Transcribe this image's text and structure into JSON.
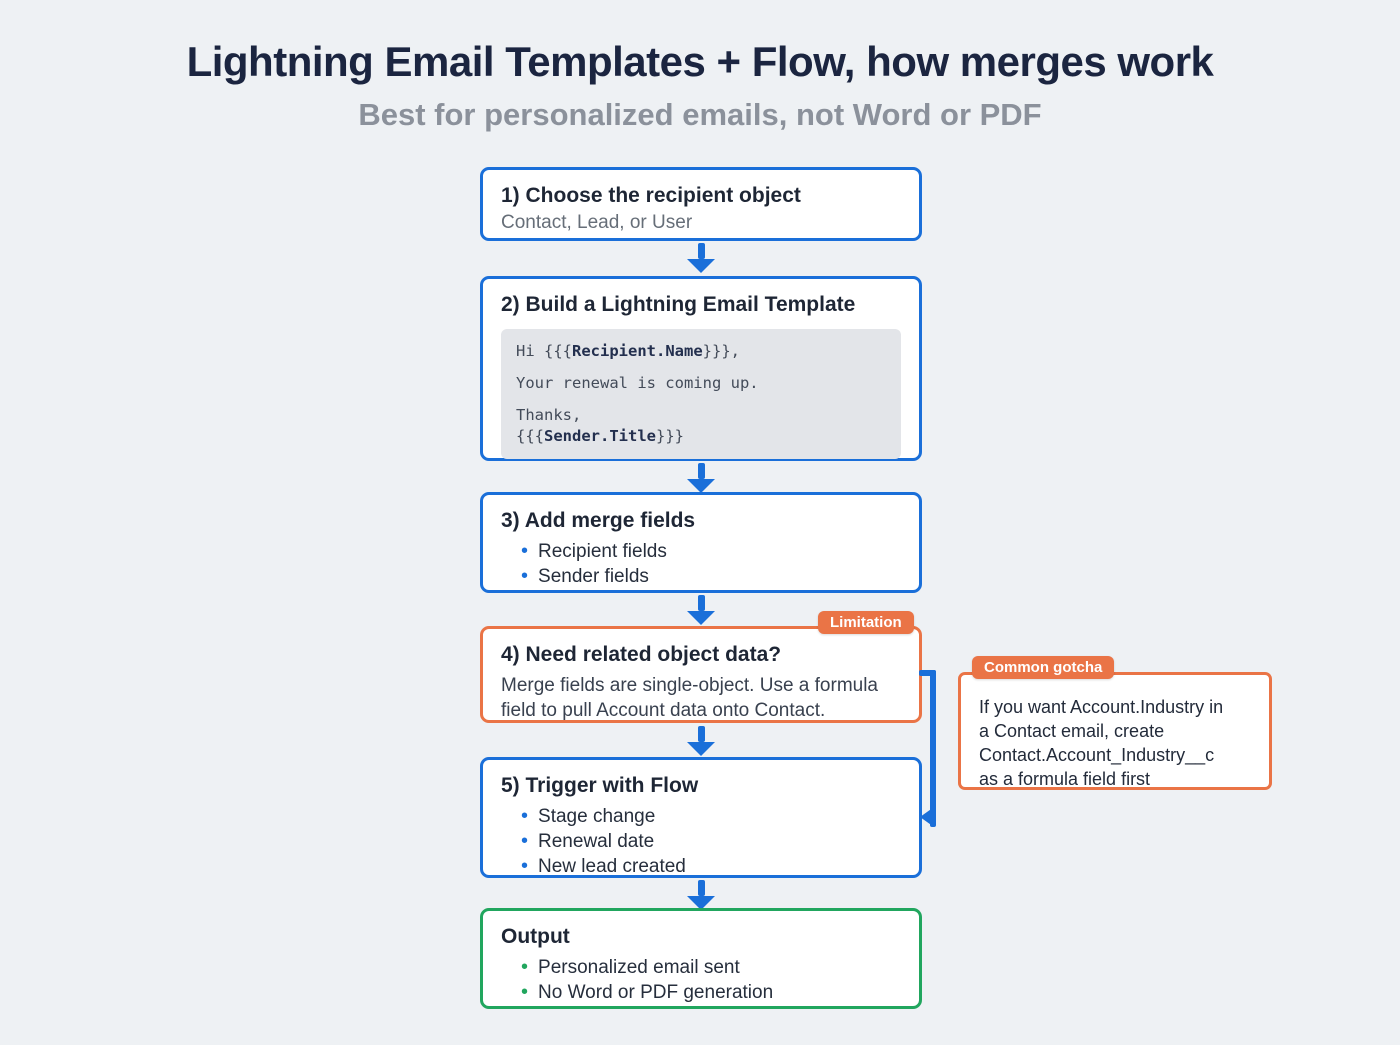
{
  "header": {
    "title": "Lightning Email Templates + Flow, how merges work",
    "subtitle": "Best for personalized emails, not Word or PDF"
  },
  "colors": {
    "blue": "#1a6fd9",
    "orange": "#ea7446",
    "green": "#21a65e",
    "navy": "#1b2540",
    "background": "#eef1f4"
  },
  "step1": {
    "title": "1) Choose the recipient object",
    "subtitle": "Contact, Lead, or User"
  },
  "step2": {
    "title": "2) Build a Lightning Email Template",
    "code": {
      "line1_pre": "Hi {{{",
      "line1_bold": "Recipient.Name",
      "line1_post": "}}},",
      "line2": "Your renewal is coming up.",
      "line3": "Thanks,",
      "line4_pre": "{{{",
      "line4_bold": "Sender.Title",
      "line4_post": "}}}"
    }
  },
  "step3": {
    "title": "3) Add merge fields",
    "bullets": [
      "Recipient fields",
      "Sender fields"
    ]
  },
  "step4": {
    "badge": "Limitation",
    "title": "4) Need related object data?",
    "body": "Merge fields are single-object. Use a formula field to pull Account data onto Contact."
  },
  "step5": {
    "title": "5) Trigger with Flow",
    "bullets": [
      "Stage change",
      "Renewal date",
      "New lead created"
    ]
  },
  "output": {
    "title": "Output",
    "bullets": [
      "Personalized email sent",
      "No Word or PDF generation"
    ]
  },
  "gotcha": {
    "badge": "Common gotcha",
    "lines": [
      "If you want Account.Industry in",
      "a Contact email, create",
      "Contact.Account_Industry__c",
      "as a formula field first"
    ]
  }
}
